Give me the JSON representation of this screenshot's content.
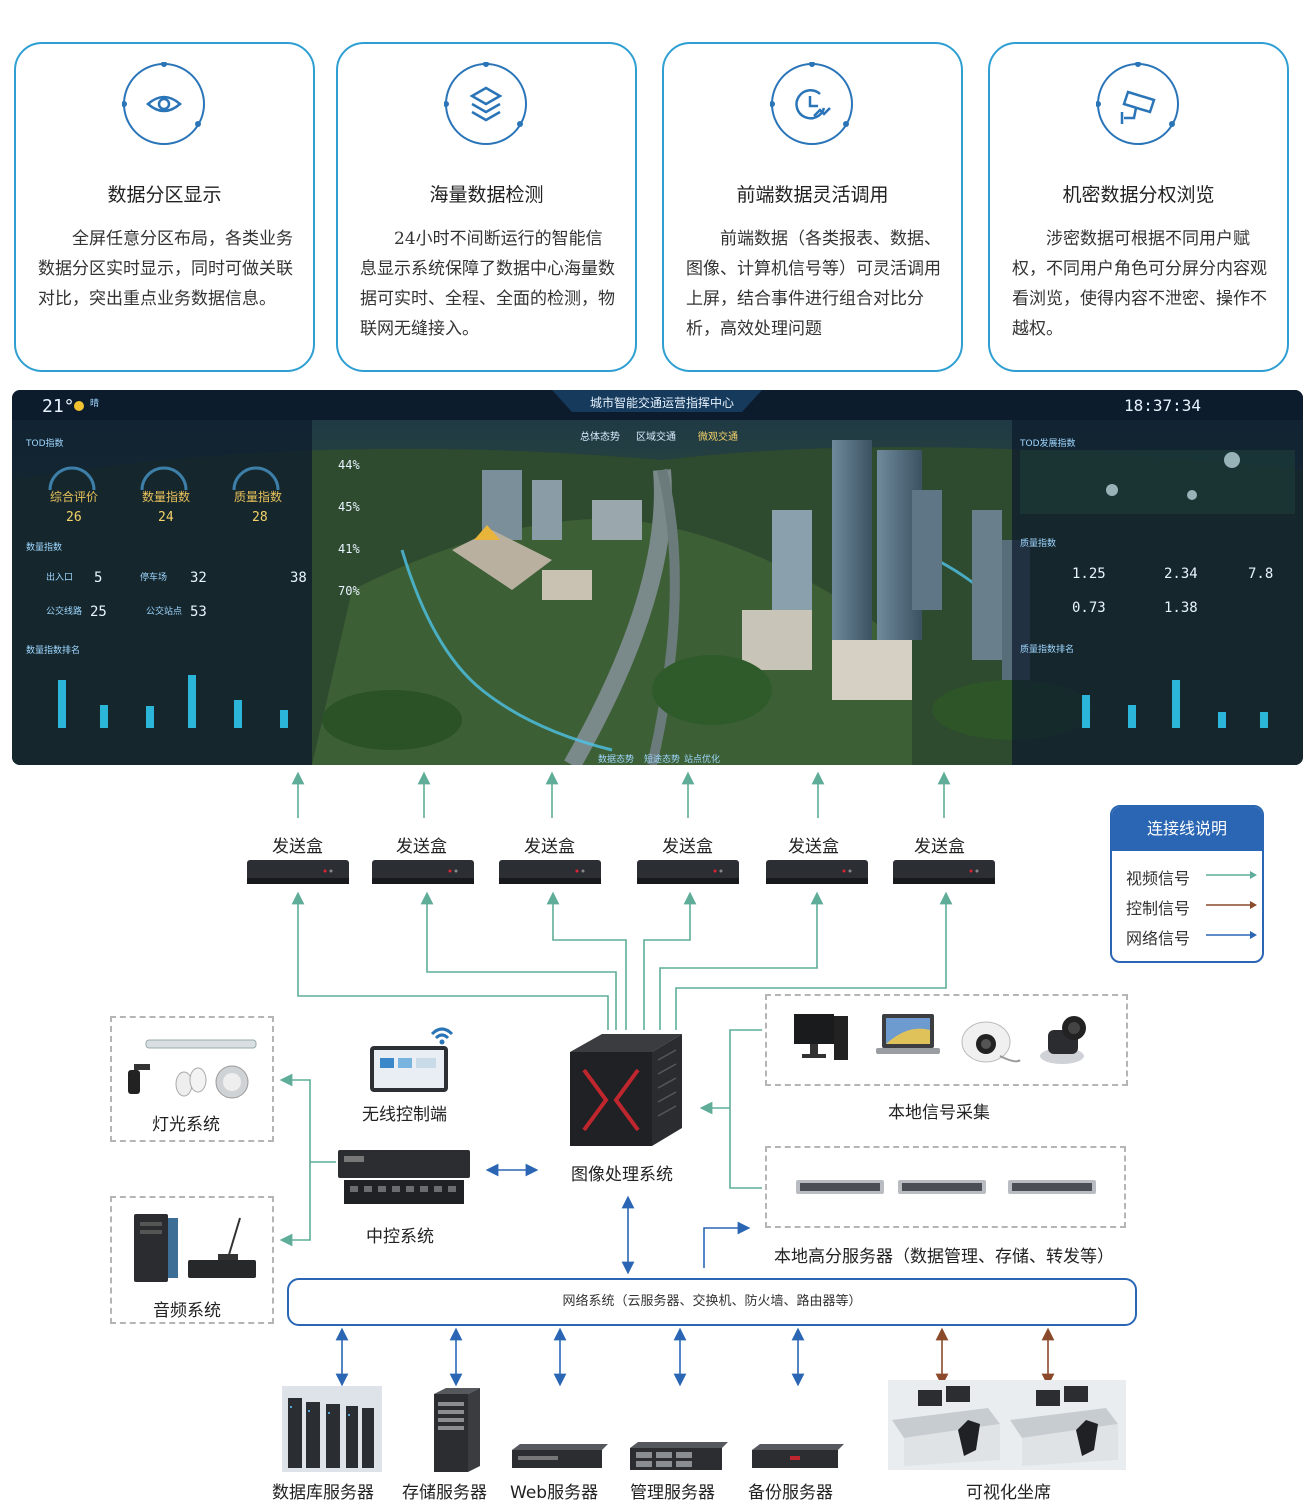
{
  "cards": [
    {
      "title": "数据分区显示",
      "text": "全屏任意分区布局，各类业务数据分区实时显示，同时可做关联对比，突出重点业务数据信息。",
      "icon": "eye-icon"
    },
    {
      "title": "海量数据检测",
      "text": "24小时不间断运行的智能信息显示系统保障了数据中心海量数据可实时、全程、全面的检测，物联网无缝接入。",
      "icon": "layers-icon"
    },
    {
      "title": "前端数据灵活调用",
      "text": "前端数据（各类报表、数据、图像、计算机信号等）可灵活调用上屏，结合事件进行组合对比分析，高效处理问题",
      "icon": "clock-icon"
    },
    {
      "title": "机密数据分权浏览",
      "text": "涉密数据可根据不同用户赋权，不同用户角色可分屏分内容观看浏览，使得内容不泄密、操作不越权。",
      "icon": "camera-icon"
    }
  ],
  "dashboard": {
    "title": "城市智能交通运营指挥中心",
    "temp": "21°",
    "weather": "晴",
    "time": "18:37:34",
    "nav": [
      "总体态势",
      "区域交通",
      "微观交通"
    ],
    "left_gauges": [
      {
        "label": "综合评价",
        "value": "26"
      },
      {
        "label": "数量指数",
        "value": "24"
      },
      {
        "label": "质量指数",
        "value": "28"
      }
    ],
    "left_counts": [
      {
        "label": "出入口",
        "value": "5"
      },
      {
        "label": "停车场",
        "value": "32"
      },
      {
        "label": "",
        "value": "38"
      },
      {
        "label": "公交线路",
        "value": "25"
      },
      {
        "label": "公交站点",
        "value": "53"
      }
    ],
    "pct": [
      "44%",
      "45%",
      "41%",
      "70%"
    ],
    "right_values": [
      "1.25",
      "2.34",
      "7.8",
      "0.73",
      "1.38"
    ],
    "bottom_tabs": [
      "数据态势",
      "短途态势",
      "站点优化"
    ],
    "section_labels": [
      "TOD指数",
      "数量指数",
      "数量指数排名",
      "TOD发展指数",
      "质量指数",
      "质量指数排名"
    ]
  },
  "send_box_label": "发送盒",
  "legend": {
    "title": "连接线说明",
    "items": [
      {
        "label": "视频信号",
        "color": "#5fad98"
      },
      {
        "label": "控制信号",
        "color": "#8b4a2b"
      },
      {
        "label": "网络信号",
        "color": "#2a66b3"
      }
    ]
  },
  "systems": {
    "lighting": "灯光系统",
    "audio": "音频系统",
    "wireless": "无线控制端",
    "central": "中控系统",
    "image": "图像处理系统",
    "local_capture": "本地信号采集",
    "local_servers": "本地高分服务器（数据管理、存储、转发等）",
    "network": "网络系统（云服务器、交换机、防火墙、路由器等）"
  },
  "bottom_items": [
    "数据库服务器",
    "存储服务器",
    "Web服务器",
    "管理服务器",
    "备份服务器",
    "可视化坐席"
  ]
}
